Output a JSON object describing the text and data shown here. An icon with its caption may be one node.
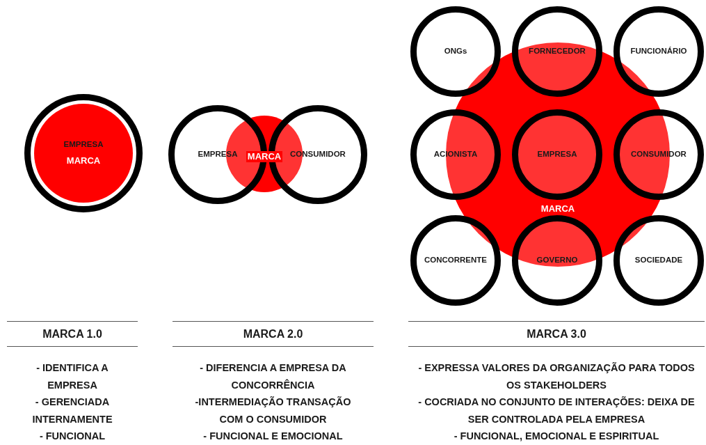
{
  "diagram": {
    "nodes": [
      {
        "text": [
          "EMPRESA",
          "MARCA"
        ]
      },
      {
        "text": [
          "EMPRESA"
        ]
      },
      {
        "text": [
          "MARCA"
        ]
      },
      {
        "text": [
          "CONSUMIDOR"
        ]
      },
      {
        "text": [
          "ONGs"
        ]
      },
      {
        "text": [
          "FORNECEDOR"
        ]
      },
      {
        "text": [
          "FUNCIONÁRIO"
        ]
      },
      {
        "text": [
          "MARCA"
        ]
      },
      {
        "text": [
          "ACIONISTA"
        ]
      },
      {
        "text": [
          "EMPRESA"
        ],
        "in": 7
      },
      {
        "text": [
          "CONSUMIDOR"
        ]
      },
      {
        "text": [
          "CONCORRENTE"
        ]
      },
      {
        "text": [
          "GOVERNO"
        ]
      },
      {
        "text": [
          "SOCIEDADE"
        ]
      }
    ],
    "labels": [
      "MARCA 1.0",
      "- IDENTIFICA A EMPRESA",
      "- GERENCIADA INTERNAMENTE",
      "- FUNCIONAL",
      "MARCA 2.0",
      "- DIFERENCIA A EMPRESA DA CONCORRÊNCIA",
      "-INTERMEDIAÇÃO TRANSAÇÃO COM O CONSUMIDOR",
      "- FUNCIONAL E EMOCIONAL",
      "MARCA 3.0",
      "- EXPRESSA VALORES DA ORGANIZAÇÃO PARA TODOS OS STAKEHOLDERS",
      "- COCRIADA NO CONJUNTO DE INTERAÇÕES: DEIXA DE SER CONTROLADA PELA EMPRESA",
      "- FUNCIONAL, EMOCIONAL E ESPIRITUAL"
    ]
  }
}
